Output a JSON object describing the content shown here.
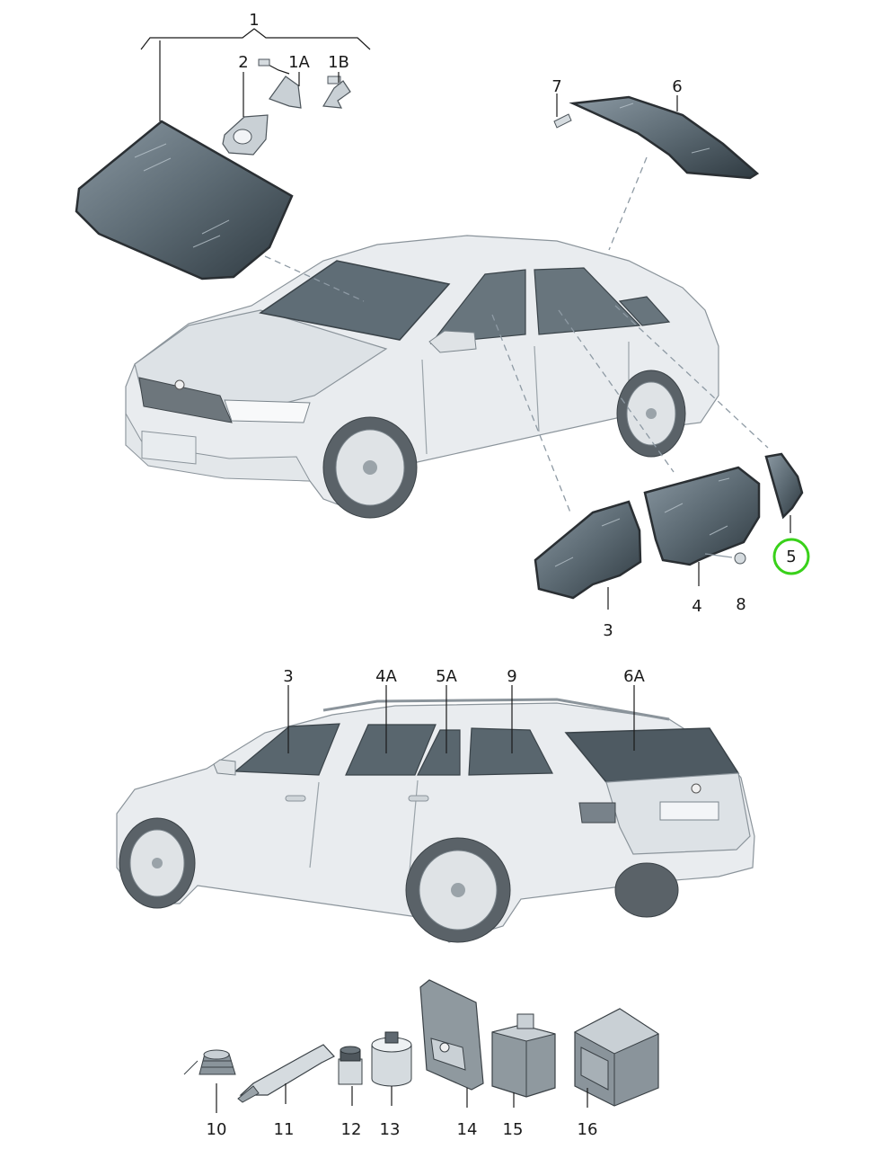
{
  "callouts": [
    {
      "id": "1",
      "label": "1"
    },
    {
      "id": "2",
      "label": "2"
    },
    {
      "id": "1A",
      "label": "1A"
    },
    {
      "id": "1B",
      "label": "1B"
    },
    {
      "id": "7",
      "label": "7"
    },
    {
      "id": "6",
      "label": "6"
    },
    {
      "id": "5",
      "label": "5",
      "highlighted": true
    },
    {
      "id": "3",
      "label": "3"
    },
    {
      "id": "4",
      "label": "4"
    },
    {
      "id": "8",
      "label": "8"
    },
    {
      "id": "3b",
      "label": "3"
    },
    {
      "id": "4A",
      "label": "4A"
    },
    {
      "id": "5A",
      "label": "5A"
    },
    {
      "id": "9",
      "label": "9"
    },
    {
      "id": "6A",
      "label": "6A"
    },
    {
      "id": "10",
      "label": "10"
    },
    {
      "id": "11",
      "label": "11"
    },
    {
      "id": "12",
      "label": "12"
    },
    {
      "id": "13",
      "label": "13"
    },
    {
      "id": "14",
      "label": "14"
    },
    {
      "id": "15",
      "label": "15"
    },
    {
      "id": "16",
      "label": "16"
    }
  ],
  "colors": {
    "glass": "#3e4a52",
    "highlight_ring": "#39d11a",
    "car_body": "#e9ecef"
  }
}
